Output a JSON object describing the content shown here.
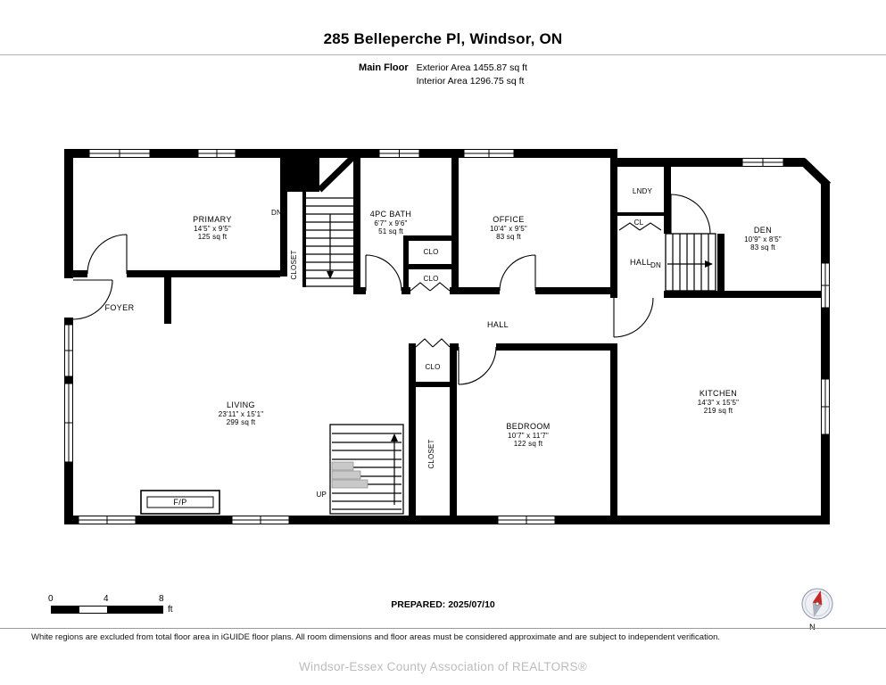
{
  "header": {
    "title": "285 Belleperche Pl, Windsor, ON",
    "floor_label": "Main Floor",
    "exterior_area": "Exterior Area 1455.87 sq ft",
    "interior_area": "Interior Area 1296.75 sq ft"
  },
  "plan": {
    "rooms": {
      "primary": {
        "name": "PRIMARY",
        "dims": "14'5\" x 9'5\"",
        "area": "125 sq ft"
      },
      "bath": {
        "name": "4PC BATH",
        "dims": "6'7\" x 9'6\"",
        "area": "51 sq ft"
      },
      "office": {
        "name": "OFFICE",
        "dims": "10'4\" x 9'5\"",
        "area": "83 sq ft"
      },
      "den": {
        "name": "DEN",
        "dims": "10'9\" x 8'5\"",
        "area": "83 sq ft"
      },
      "living": {
        "name": "LIVING",
        "dims": "23'11\" x 15'1\"",
        "area": "299 sq ft"
      },
      "bedroom": {
        "name": "BEDROOM",
        "dims": "10'7\" x 11'7\"",
        "area": "122 sq ft"
      },
      "kitchen": {
        "name": "KITCHEN",
        "dims": "14'3\" x 15'5\"",
        "area": "219 sq ft"
      }
    },
    "labels": {
      "foyer": "FOYER",
      "hall": "HALL",
      "lndy": "LNDY",
      "cl": "CL",
      "clo": "CLO",
      "closet": "CLOSET",
      "dn": "DN",
      "up": "UP",
      "fp": "F/P"
    }
  },
  "footer": {
    "scale": {
      "n0": "0",
      "n4": "4",
      "n8": "8",
      "unit": "ft"
    },
    "prepared": "PREPARED: 2025/07/10",
    "compass_n": "N",
    "disclaimer": "White regions are excluded from total floor area in iGUIDE floor plans. All room dimensions and floor areas must be considered approximate and are subject to independent verification.",
    "watermark": "Windsor-Essex County Association of REALTORS®"
  }
}
